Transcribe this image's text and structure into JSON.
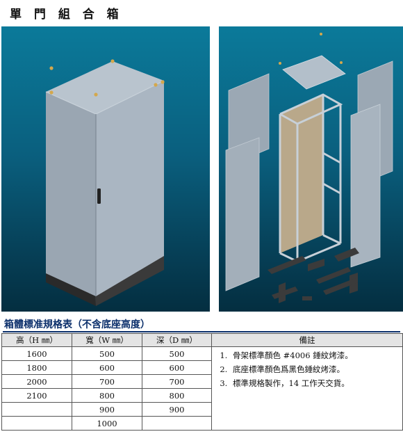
{
  "page": {
    "title": "單 門 組 合 箱"
  },
  "spec": {
    "subtitle": "箱體標准規格表（不含底座高度）",
    "headers": [
      "高（H ㎜）",
      "寬（W ㎜）",
      "深（D ㎜）",
      "備註"
    ],
    "rows": [
      [
        "1600",
        "500",
        "500"
      ],
      [
        "1800",
        "600",
        "600"
      ],
      [
        "2000",
        "700",
        "700"
      ],
      [
        "2100",
        "800",
        "800"
      ],
      [
        "",
        "900",
        "900"
      ],
      [
        "",
        "1000",
        ""
      ]
    ],
    "notes": [
      "骨架標準顏色 #4006  錘紋烤漆。",
      "底座標準顏色爲黑色錘紋烤漆。",
      "標準規格製作，14 工作天交貨。"
    ]
  }
}
